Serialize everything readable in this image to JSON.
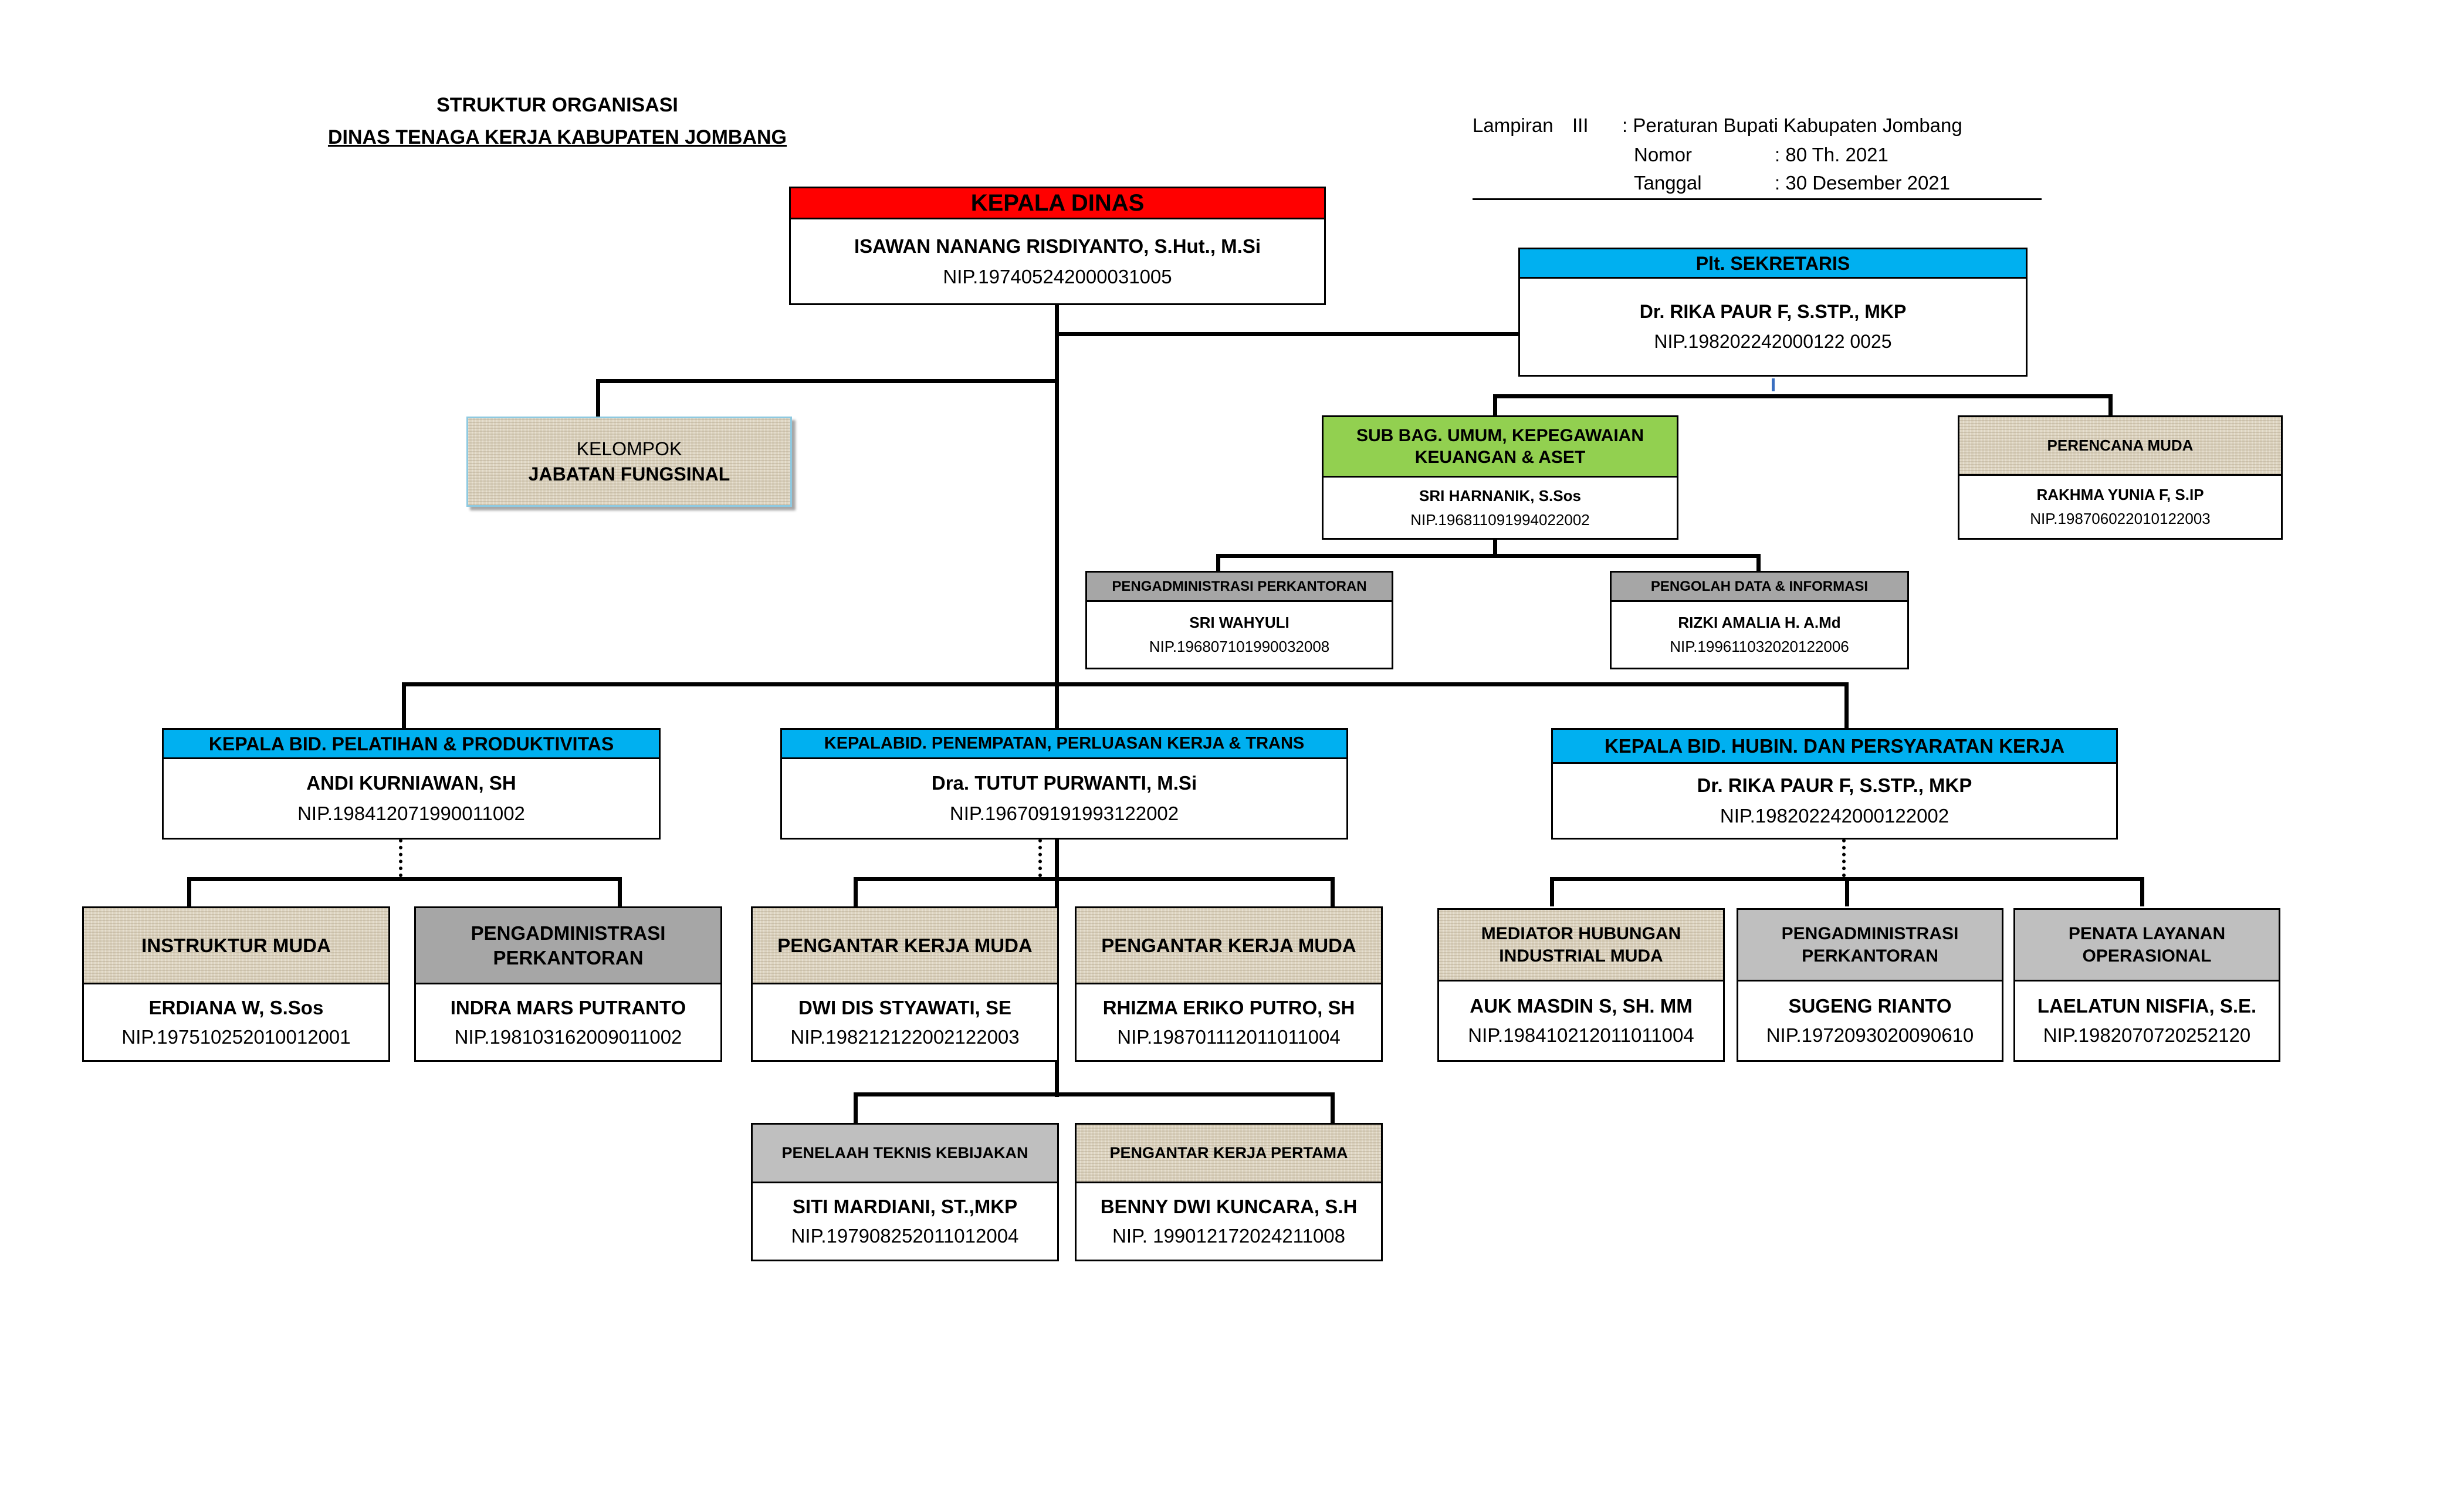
{
  "header": {
    "title_line1": "STRUKTUR ORGANISASI",
    "title_line2": "DINAS TENAGA KERJA KABUPATEN JOMBANG",
    "lampiran_label": "Lampiran",
    "lampiran_no": "III",
    "lampiran_value": ": Peraturan Bupati Kabupaten Jombang",
    "nomor_label": "Nomor",
    "nomor_value": ": 80 Th. 2021",
    "tanggal_label": "Tanggal",
    "tanggal_value": ": 30 Desember 2021"
  },
  "kepala": {
    "title": "KEPALA DINAS",
    "name": "ISAWAN NANANG RISDIYANTO, S.Hut., M.Si",
    "nip": "NIP.197405242000031005"
  },
  "sekretaris": {
    "title": "Plt. SEKRETARIS",
    "name": "Dr. RIKA PAUR F, S.STP., MKP",
    "nip": "NIP.198202242000122 0025"
  },
  "fungsional": {
    "line1": "KELOMPOK",
    "line2": "JABATAN FUNGSINAL"
  },
  "subbag": {
    "title": "SUB BAG. UMUM, KEPEGAWAIAN KEUANGAN & ASET",
    "name": "SRI HARNANIK, S.Sos",
    "nip": "NIP.196811091994022002"
  },
  "perencana": {
    "title": "PERENCANA MUDA",
    "name": "RAKHMA YUNIA F, S.IP",
    "nip": "NIP.198706022010122003"
  },
  "pengadm_sek": {
    "title": "PENGADMINISTRASI PERKANTORAN",
    "name": "SRI WAHYULI",
    "nip": "NIP.196807101990032008"
  },
  "pengolah": {
    "title": "PENGOLAH DATA & INFORMASI",
    "name": "RIZKI AMALIA H. A.Md",
    "nip": "NIP.199611032020122006"
  },
  "bid1": {
    "title": "KEPALA BID. PELATIHAN & PRODUKTIVITAS",
    "name": "ANDI KURNIAWAN, SH",
    "nip": "NIP.198412071990011002"
  },
  "bid2": {
    "title": "KEPALABID. PENEMPATAN, PERLUASAN KERJA & TRANS",
    "name": "Dra. TUTUT PURWANTI, M.Si",
    "nip": "NIP.196709191993122002"
  },
  "bid3": {
    "title": "KEPALA BID. HUBIN. DAN PERSYARATAN KERJA",
    "name": "Dr. RIKA PAUR F, S.STP., MKP",
    "nip": "NIP.198202242000122002"
  },
  "b1a": {
    "title": "INSTRUKTUR MUDA",
    "name": "ERDIANA W, S.Sos",
    "nip": "NIP.197510252010012001"
  },
  "b1b": {
    "title": "PENGADMINISTRASI PERKANTORAN",
    "name": "INDRA MARS PUTRANTO",
    "nip": "NIP.198103162009011002"
  },
  "b2a": {
    "title": "PENGANTAR KERJA MUDA",
    "name": "DWI DIS STYAWATI, SE",
    "nip": "NIP.198212122002122003"
  },
  "b2b": {
    "title": "PENGANTAR KERJA MUDA",
    "name": "RHIZMA ERIKO PUTRO, SH",
    "nip": "NIP.198701112011011004"
  },
  "b2c": {
    "title": "PENELAAH TEKNIS KEBIJAKAN",
    "name": "SITI MARDIANI, ST.,MKP",
    "nip": "NIP.197908252011012004"
  },
  "b2d": {
    "title": "PENGANTAR KERJA PERTAMA",
    "name": "BENNY DWI KUNCARA, S.H",
    "nip": "NIP. 199012172024211008"
  },
  "b3a": {
    "title": "MEDIATOR HUBUNGAN INDUSTRIAL MUDA",
    "name": "AUK MASDIN S, SH. MM",
    "nip": "NIP.198410212011011004"
  },
  "b3b": {
    "title": "PENGADMINISTRASI PERKANTORAN",
    "name": "SUGENG RIANTO",
    "nip": "NIP.1972093020090610"
  },
  "b3c": {
    "title": "PENATA LAYANAN OPERASIONAL",
    "name": "LAELATUN NISFIA, S.E.",
    "nip": "NIP.1982070720252120"
  }
}
